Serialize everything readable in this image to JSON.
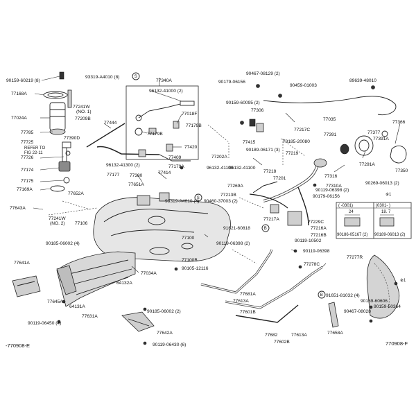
{
  "diagram": {
    "footer_left": "-770908-E",
    "footer_right": "770908-F",
    "callout_s": "S",
    "callout_b": "B",
    "note_mark": "※1",
    "note_mark_2": "※1",
    "inset_left_range": "( -0301)",
    "inset_left_value": "24",
    "inset_left_part": "90186-05167 (2)",
    "inset_right_range": "(0301- )",
    "inset_right_value": "18. 7",
    "inset_right_part": "90189-06013 (2)",
    "labels": [
      {
        "id": "l1",
        "text": "90159-60219 (8)"
      },
      {
        "id": "l2",
        "text": "77168A"
      },
      {
        "id": "l3",
        "text": "77241W"
      },
      {
        "id": "l4",
        "text": "(NO. 1)"
      },
      {
        "id": "l5",
        "text": "77024A"
      },
      {
        "id": "l6",
        "text": "77209B"
      },
      {
        "id": "l7",
        "text": "77785"
      },
      {
        "id": "l8",
        "text": "77390D"
      },
      {
        "id": "l9",
        "text": "77725"
      },
      {
        "id": "l10",
        "text": "REFER TO"
      },
      {
        "id": "l11",
        "text": "FIG 22-11"
      },
      {
        "id": "l12",
        "text": "77726"
      },
      {
        "id": "l13",
        "text": "77174"
      },
      {
        "id": "l14",
        "text": "77175"
      },
      {
        "id": "l15",
        "text": "77169A"
      },
      {
        "id": "l16",
        "text": "77643A"
      },
      {
        "id": "l17",
        "text": "77652A"
      },
      {
        "id": "l18",
        "text": "77241W"
      },
      {
        "id": "l19",
        "text": "(NO. 2)"
      },
      {
        "id": "l20",
        "text": "77106"
      },
      {
        "id": "l21",
        "text": "90185-06002 (4)"
      },
      {
        "id": "l22",
        "text": "77641A"
      },
      {
        "id": "l23",
        "text": "77645A"
      },
      {
        "id": "l24",
        "text": "64131A"
      },
      {
        "id": "l25",
        "text": "90119-06450 (4)"
      },
      {
        "id": "l26",
        "text": "77631A"
      },
      {
        "id": "l27",
        "text": "64132A"
      },
      {
        "id": "l28",
        "text": "93319-A4010 (8)"
      },
      {
        "id": "l29",
        "text": "77340A"
      },
      {
        "id": "l30",
        "text": "96132-41000 (2)"
      },
      {
        "id": "l31",
        "text": "77018F"
      },
      {
        "id": "l32",
        "text": "77179B"
      },
      {
        "id": "l33",
        "text": "77179B"
      },
      {
        "id": "l34",
        "text": "77444"
      },
      {
        "id": "l35",
        "text": "77420"
      },
      {
        "id": "l36",
        "text": "77409"
      },
      {
        "id": "l37",
        "text": "96132-41300 (2)"
      },
      {
        "id": "l38",
        "text": "77179A"
      },
      {
        "id": "l39",
        "text": "77177"
      },
      {
        "id": "l40",
        "text": "77380"
      },
      {
        "id": "l41",
        "text": "77651A"
      },
      {
        "id": "l42",
        "text": "77414"
      },
      {
        "id": "l43",
        "text": "93319-A4010 (4)"
      },
      {
        "id": "l44",
        "text": "77100"
      },
      {
        "id": "l45",
        "text": "77100B"
      },
      {
        "id": "l46",
        "text": "90105-12116"
      },
      {
        "id": "l47",
        "text": "77034A"
      },
      {
        "id": "l48",
        "text": "90185-06002 (2)"
      },
      {
        "id": "l49",
        "text": "77642A"
      },
      {
        "id": "l50",
        "text": "90119-06430 (6)"
      },
      {
        "id": "l51",
        "text": "90179-06156"
      },
      {
        "id": "l52",
        "text": "90467-08129 (2)"
      },
      {
        "id": "l53",
        "text": "90459-01003"
      },
      {
        "id": "l54",
        "text": "89639-48010"
      },
      {
        "id": "l55",
        "text": "90159-60095 (2)"
      },
      {
        "id": "l56",
        "text": "77306"
      },
      {
        "id": "l57",
        "text": "77035"
      },
      {
        "id": "l58",
        "text": "77366"
      },
      {
        "id": "l59",
        "text": "77217C"
      },
      {
        "id": "l60",
        "text": "77391"
      },
      {
        "id": "l61",
        "text": "77377"
      },
      {
        "id": "l62",
        "text": "77391A"
      },
      {
        "id": "l63",
        "text": "77415"
      },
      {
        "id": "l64",
        "text": "78185-20080"
      },
      {
        "id": "l65",
        "text": "90189-06171 (3)"
      },
      {
        "id": "l66",
        "text": "77202A"
      },
      {
        "id": "l67",
        "text": "77219"
      },
      {
        "id": "l68",
        "text": "77291A"
      },
      {
        "id": "l69",
        "text": "96132-41100"
      },
      {
        "id": "l70",
        "text": "96132-41100"
      },
      {
        "id": "l71",
        "text": "77218"
      },
      {
        "id": "l72",
        "text": "77201"
      },
      {
        "id": "l73",
        "text": "77316"
      },
      {
        "id": "l74",
        "text": "77350"
      },
      {
        "id": "l75",
        "text": "90269-06013 (2)"
      },
      {
        "id": "l76",
        "text": "77310A"
      },
      {
        "id": "l77",
        "text": "90119-06398 (2)"
      },
      {
        "id": "l78",
        "text": "77269A"
      },
      {
        "id": "l79",
        "text": "77213B"
      },
      {
        "id": "l80",
        "text": "90179-06156"
      },
      {
        "id": "l81",
        "text": "90460-37003 (2)"
      },
      {
        "id": "l82",
        "text": "77217A"
      },
      {
        "id": "l83",
        "text": "77229C"
      },
      {
        "id": "l84",
        "text": "91621-60818"
      },
      {
        "id": "l85",
        "text": "77216A"
      },
      {
        "id": "l86",
        "text": "77216B"
      },
      {
        "id": "l87",
        "text": "90119-06398 (2)"
      },
      {
        "id": "l88",
        "text": "90119-10502"
      },
      {
        "id": "l89",
        "text": "90119-06398"
      },
      {
        "id": "l90",
        "text": "77278C"
      },
      {
        "id": "l91",
        "text": "77277R"
      },
      {
        "id": "l92",
        "text": "77681A"
      },
      {
        "id": "l93",
        "text": "77613A"
      },
      {
        "id": "l94",
        "text": "77601B"
      },
      {
        "id": "l95",
        "text": "91651-81032 (4)"
      },
      {
        "id": "l96",
        "text": "90159-60606"
      },
      {
        "id": "l97",
        "text": "90159-50364"
      },
      {
        "id": "l98",
        "text": "90467-08028"
      },
      {
        "id": "l99",
        "text": "77682"
      },
      {
        "id": "l100",
        "text": "77613A"
      },
      {
        "id": "l101",
        "text": "77602B"
      },
      {
        "id": "l102",
        "text": "77658A"
      }
    ]
  }
}
